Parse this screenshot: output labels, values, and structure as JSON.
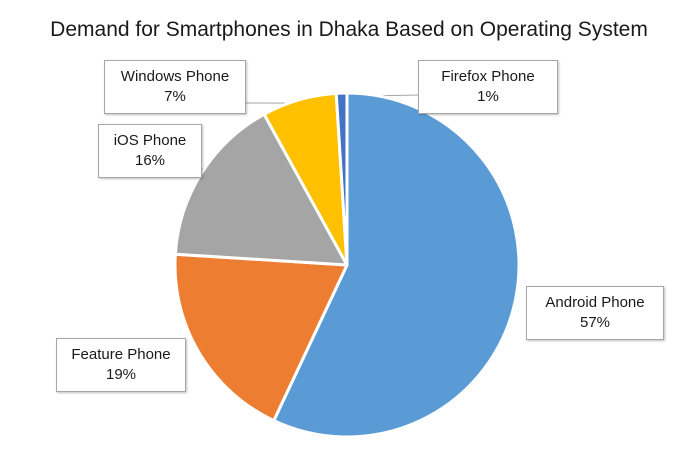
{
  "chart_data": {
    "type": "pie",
    "title": "Demand for Smartphones in Dhaka Based on Operating System",
    "slices": [
      {
        "name": "Android Phone",
        "value": 57,
        "label": "57%",
        "color": "#5b9bd5"
      },
      {
        "name": "Feature Phone",
        "value": 19,
        "label": "19%",
        "color": "#ed7d31"
      },
      {
        "name": "iOS Phone",
        "value": 16,
        "label": "16%",
        "color": "#a5a5a5"
      },
      {
        "name": "Windows Phone",
        "value": 7,
        "label": "7%",
        "color": "#ffc000"
      },
      {
        "name": "Firefox Phone",
        "value": 1,
        "label": "1%",
        "color": "#4472c4"
      }
    ],
    "legend": "none",
    "data_labels": "callouts"
  }
}
